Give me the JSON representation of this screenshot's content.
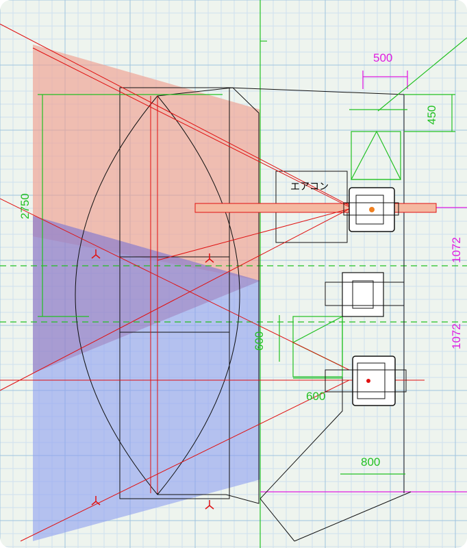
{
  "drawing": {
    "colors": {
      "background": "#eef4ee",
      "grid_fine": "#cfe0ef",
      "grid_major": "#9fc3de",
      "outline": "#111111",
      "red_line": "#e01010",
      "green_dim": "#22c022",
      "magenta_dim": "#e01ce0",
      "salmon_region": "#f0a090",
      "blue_region": "#8e9ef0",
      "purple_overlap": "#a07bb8",
      "orange_beam": "#f5b8a0"
    },
    "labels": {
      "aircon": "エアコン"
    },
    "dimensions": {
      "top_width": "500",
      "top_right_height": "450",
      "left_height": "2750",
      "right_upper": "1072",
      "right_lower": "1072",
      "middle_vertical": "600",
      "middle_horizontal": "600",
      "bottom_width": "800"
    },
    "icons": {
      "camera_1": "camera-unit-icon",
      "camera_2": "camera-unit-icon",
      "camera_3": "camera-unit-icon",
      "pivot_marker": "tripod-marker-icon"
    }
  }
}
